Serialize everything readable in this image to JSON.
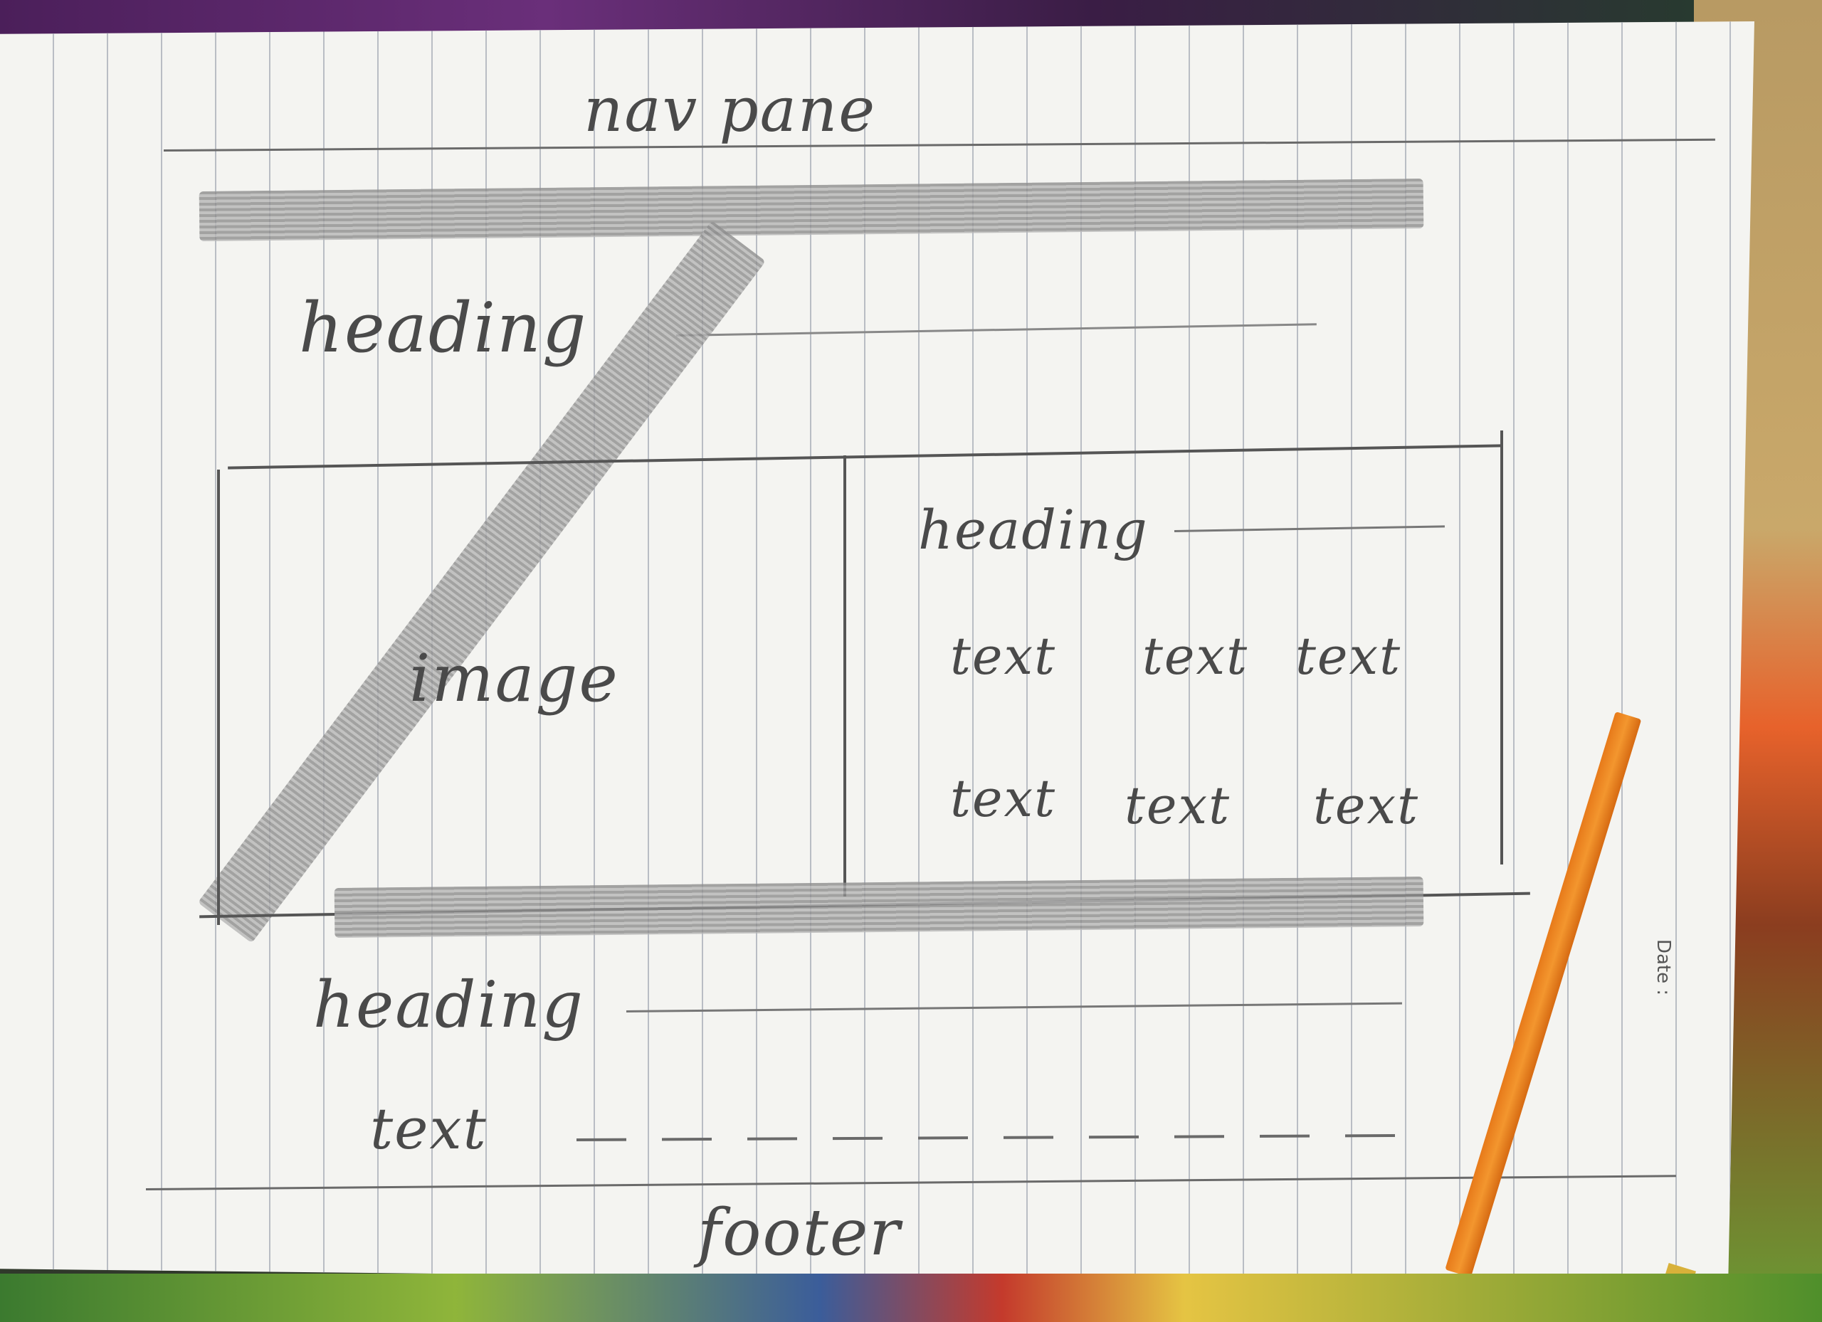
{
  "sketch": {
    "nav_label": "nav pane",
    "heading_top": "heading",
    "image_label": "image",
    "heading_right": "heading",
    "text_row1": [
      "text",
      "text",
      "text"
    ],
    "text_row2": [
      "text",
      "text",
      "text"
    ],
    "heading_bottom": "heading",
    "text_bottom": "text",
    "footer_label": "footer",
    "date_label": "Date :"
  }
}
